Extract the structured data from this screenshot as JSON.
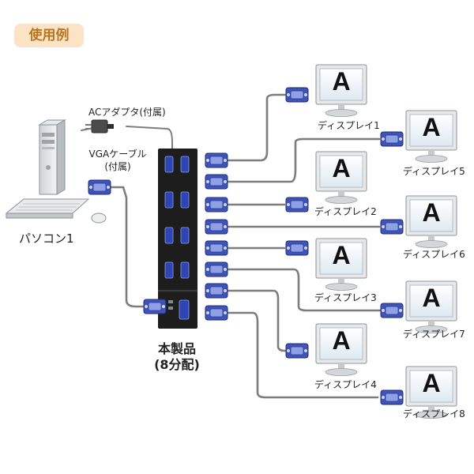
{
  "header": {
    "usage_title": "使用例"
  },
  "labels": {
    "ac_adapter": "ACアダプタ(付属)",
    "vga_cable_line1": "VGAケーブル",
    "vga_cable_line2": "(付属)",
    "computer": "パソコン1",
    "product_line1": "本製品",
    "product_line2": "(8分配)",
    "display_letter": "A"
  },
  "displays": [
    {
      "label": "ディスプレイ1"
    },
    {
      "label": "ディスプレイ5"
    },
    {
      "label": "ディスプレイ2"
    },
    {
      "label": "ディスプレイ6"
    },
    {
      "label": "ディスプレイ3"
    },
    {
      "label": "ディスプレイ7"
    },
    {
      "label": "ディスプレイ4"
    },
    {
      "label": "ディスプレイ8"
    }
  ],
  "colors": {
    "badge_bg": "#fbe3c6",
    "badge_text": "#b8741f",
    "connector_blue": "#3f54b8",
    "device_black": "#1d1d1d",
    "cable_gray": "#8a8a8a"
  }
}
